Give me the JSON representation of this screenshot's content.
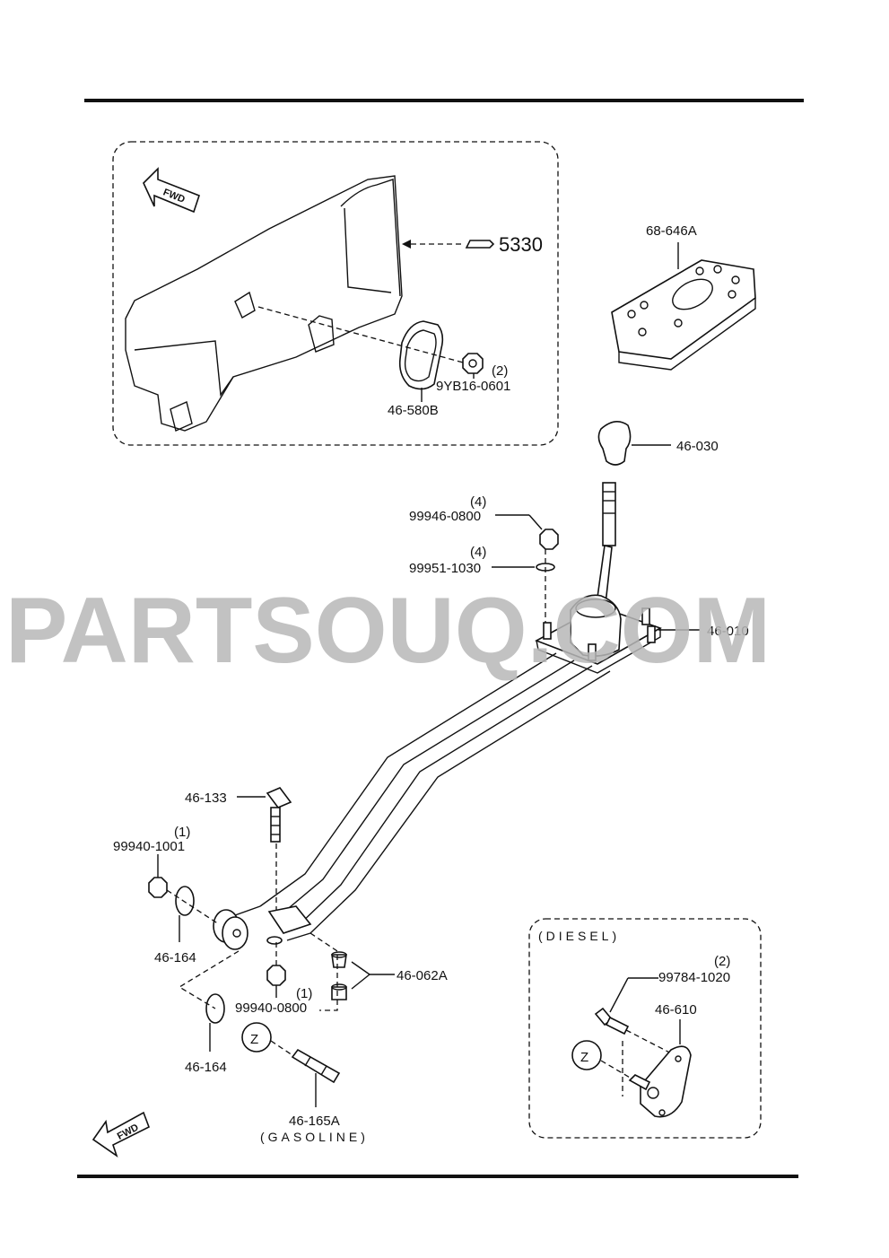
{
  "watermark": "PARTSOUQ.COM",
  "inset_top": {
    "direction_label": "FWD",
    "ref_label": "5330",
    "callouts": [
      {
        "part": "46-580B"
      },
      {
        "part": "9YB16-0601",
        "qty": "(2)"
      }
    ]
  },
  "parts": {
    "plate": {
      "part": "68-646A"
    },
    "knob": {
      "part": "46-030"
    },
    "nut_top": {
      "part": "99946-0800",
      "qty": "(4)"
    },
    "washer_top": {
      "part": "99951-1030",
      "qty": "(4)"
    },
    "shifter": {
      "part": "46-010"
    },
    "bolt": {
      "part": "46-133"
    },
    "nut_left": {
      "part": "99940-1001",
      "qty": "(1)"
    },
    "washer_left": {
      "part": "46-164"
    },
    "bushing": {
      "part": "46-062A"
    },
    "nut_bottom": {
      "part": "99940-0800",
      "qty": "(1)"
    },
    "washer_bottom": {
      "part": "46-164"
    },
    "stud": {
      "part": "46-165A",
      "note": "(GASOLINE)"
    }
  },
  "detail_marker": "Z",
  "direction_label_bottom": "FWD",
  "inset_diesel": {
    "title": "(DIESEL)",
    "marker": "Z",
    "callouts": [
      {
        "part": "99784-1020",
        "qty": "(2)"
      },
      {
        "part": "46-610"
      }
    ]
  }
}
